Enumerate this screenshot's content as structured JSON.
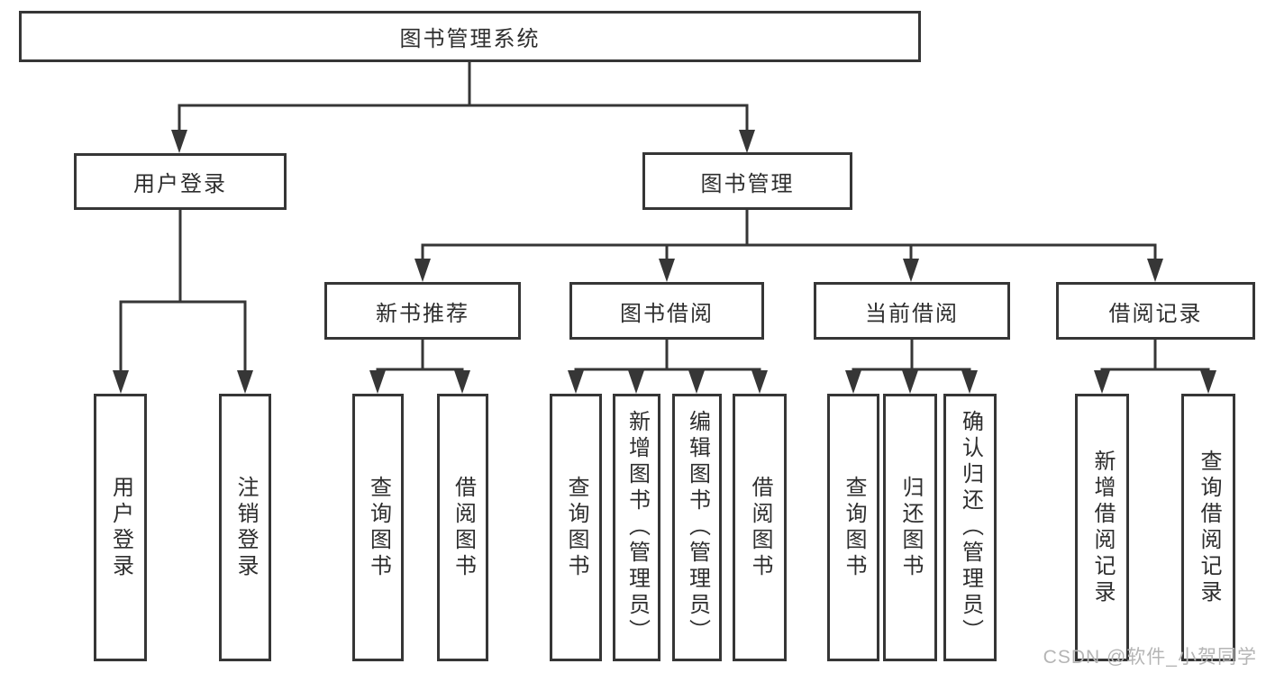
{
  "diagram": {
    "root": {
      "label": "图书管理系统"
    },
    "level2": [
      {
        "label": "用户登录"
      },
      {
        "label": "图书管理"
      }
    ],
    "level3": [
      {
        "label": "新书推荐"
      },
      {
        "label": "图书借阅"
      },
      {
        "label": "当前借阅"
      },
      {
        "label": "借阅记录"
      }
    ],
    "leaves": [
      {
        "label": "用户登录"
      },
      {
        "label": "注销登录"
      },
      {
        "label": "查询图书"
      },
      {
        "label": "借阅图书"
      },
      {
        "label": "查询图书"
      },
      {
        "label": "新增图书（管理员）"
      },
      {
        "label": "编辑图书（管理员）"
      },
      {
        "label": "借阅图书"
      },
      {
        "label": "查询图书"
      },
      {
        "label": "归还图书"
      },
      {
        "label": "确认归还（管理员）"
      },
      {
        "label": "新增借阅记录"
      },
      {
        "label": "查询借阅记录"
      }
    ],
    "colors": {
      "line": "#363636",
      "border": "#363636",
      "text": "#2e2e2e",
      "watermark": "#b5b5b5",
      "background": "#ffffff"
    }
  },
  "watermark": {
    "text": "CSDN @软件_小贺同学"
  }
}
